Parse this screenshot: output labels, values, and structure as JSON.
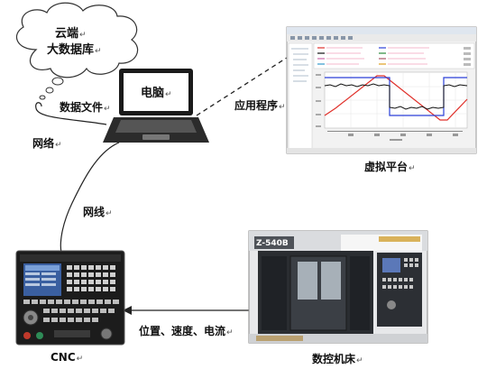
{
  "cloud": {
    "line1": "云端",
    "line2": "大数据库"
  },
  "labels": {
    "data_file": "数据文件",
    "network": "网络",
    "laptop": "电脑",
    "app": "应用程序",
    "virtual_platform": "虚拟平台",
    "cable": "网线",
    "signals": "位置、速度、电流",
    "cnc": "CNC",
    "machine": "数控机床",
    "machine_model": "Z-540B",
    "return_mark": "↵"
  },
  "colors": {
    "line": "#222222",
    "chart_red": "#e0302a",
    "chart_blue": "#2a3fd8",
    "chart_black": "#111111"
  }
}
